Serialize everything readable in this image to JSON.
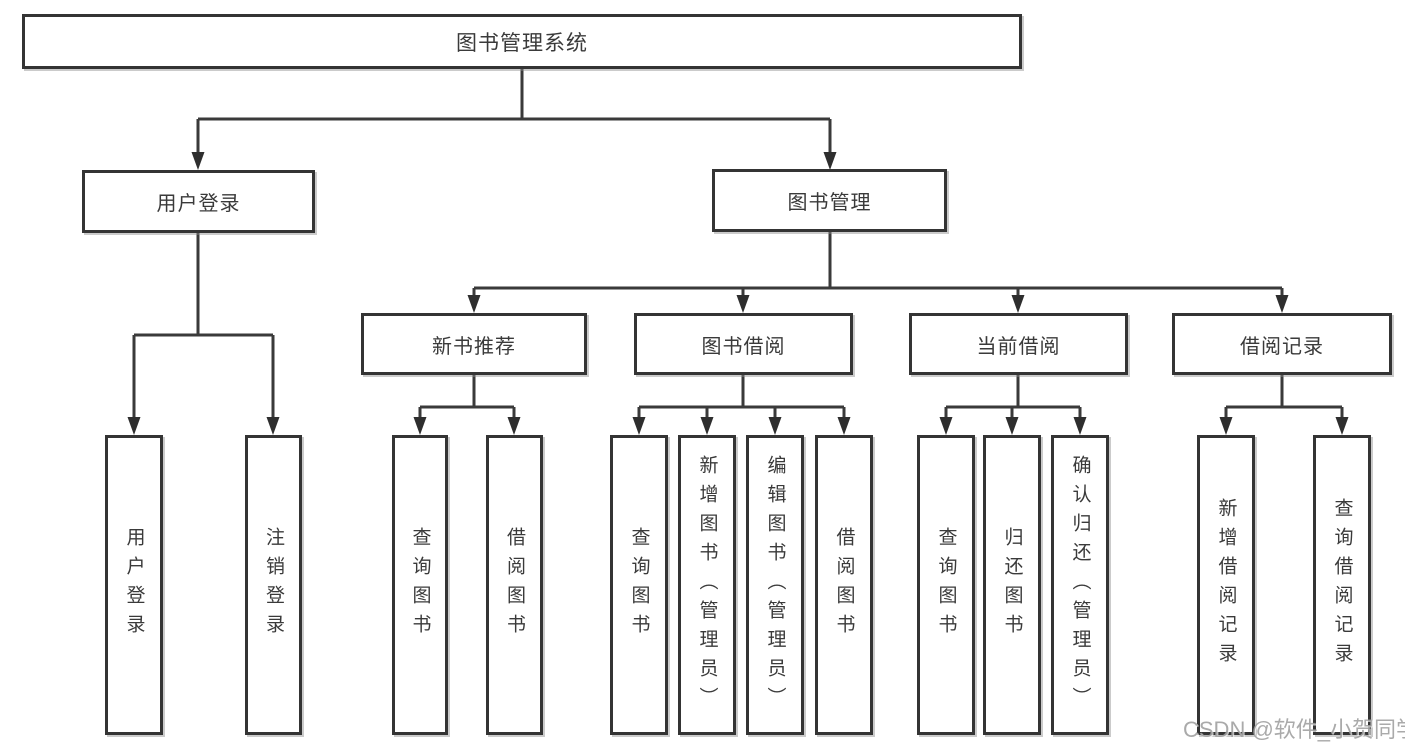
{
  "tree": {
    "root": {
      "label": "图书管理系统"
    },
    "branches": [
      {
        "label": "用户登录",
        "leaves": [
          {
            "label": "用户登录"
          },
          {
            "label": "注销登录"
          }
        ]
      },
      {
        "label": "图书管理",
        "children": [
          {
            "label": "新书推荐",
            "leaves": [
              {
                "label": "查询图书"
              },
              {
                "label": "借阅图书"
              }
            ]
          },
          {
            "label": "图书借阅",
            "leaves": [
              {
                "label": "查询图书"
              },
              {
                "label": "新增图书（管理员）"
              },
              {
                "label": "编辑图书（管理员）"
              },
              {
                "label": "借阅图书"
              }
            ]
          },
          {
            "label": "当前借阅",
            "leaves": [
              {
                "label": "查询图书"
              },
              {
                "label": "归还图书"
              },
              {
                "label": "确认归还（管理员）"
              }
            ]
          },
          {
            "label": "借阅记录",
            "leaves": [
              {
                "label": "新增借阅记录"
              },
              {
                "label": "查询借阅记录"
              }
            ]
          }
        ]
      }
    ]
  },
  "watermark": {
    "text": "CSDN @软件_小贺同学"
  },
  "colors": {
    "line": "#3a3a3a",
    "box_border": "#343434",
    "text": "#3a3a3a",
    "watermark": "#9e9e9e",
    "background": "#ffffff"
  }
}
